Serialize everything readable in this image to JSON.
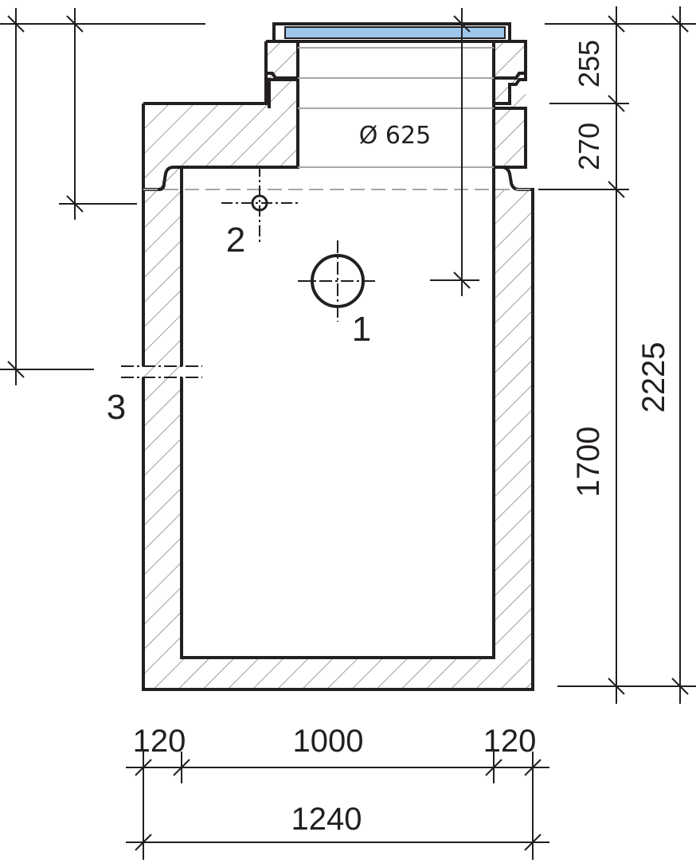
{
  "dimensions": {
    "horizontal": {
      "wall_left": "120",
      "inner_width": "1000",
      "wall_right": "120",
      "total_width": "1240"
    },
    "vertical": {
      "cover_height": "255",
      "cone_height": "270",
      "chamber_height": "1700",
      "total_height": "2225"
    }
  },
  "annotations": {
    "opening_diameter": "Ø 625",
    "marker_1": "1",
    "marker_2": "2",
    "marker_3": "3"
  },
  "colors": {
    "line": "#231f20",
    "hatch": "#9d9d9d",
    "grey_line": "#a7a7a7",
    "cover_glass": "#9cc6ec"
  }
}
